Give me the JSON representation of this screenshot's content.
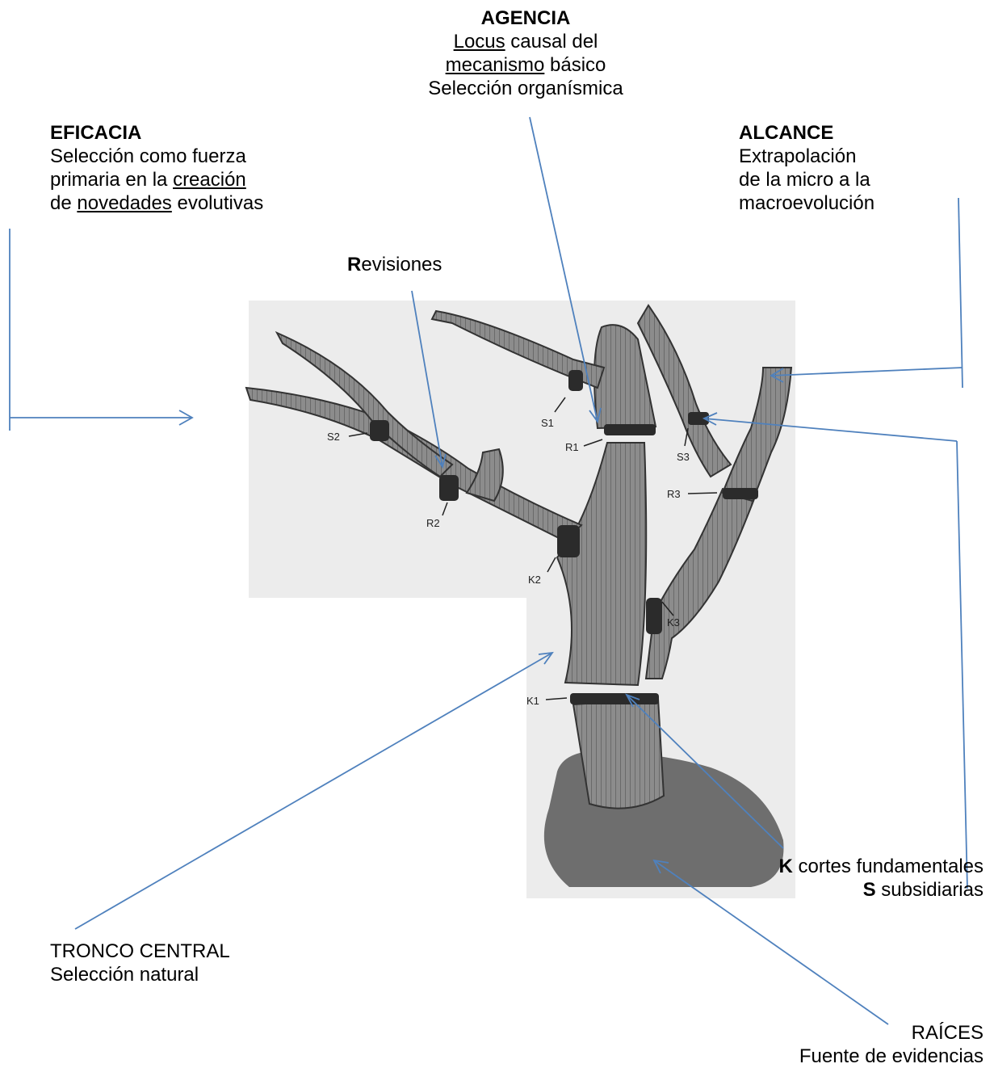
{
  "agencia": {
    "title": "AGENCIA",
    "line1_u": "Locus",
    "line1_rest": " causal del",
    "line2_u": "mecanismo",
    "line2_rest": " básico",
    "line3": "Selección organísmica"
  },
  "eficacia": {
    "title": "EFICACIA",
    "line1": "Selección como fuerza",
    "line2_pre": " primaria en la ",
    "line2_u": "creación",
    "line3_pre": "de ",
    "line3_u": "novedades",
    "line3_rest": " evolutivas"
  },
  "alcance": {
    "title": "ALCANCE",
    "line1": " Extrapolación",
    "line2": " de la micro  a la",
    "line3": " macroevolución"
  },
  "revisiones": {
    "initial": "R",
    "rest": "evisiones"
  },
  "legend": {
    "k_letter": "K",
    "k_text": " cortes fundamentales",
    "s_letter": "S",
    "s_text": " subsidiarias"
  },
  "tronco": {
    "line1": "TRONCO CENTRAL",
    "line2": "Selección natural"
  },
  "raices": {
    "line1": "RAÍCES",
    "line2": "Fuente de evidencias"
  },
  "cut_labels": {
    "s1": "S1",
    "s2": "S2",
    "s3": "S3",
    "r1": "R1",
    "r2": "R2",
    "r3": "R3",
    "k1": "K1",
    "k2": "K2",
    "k3": "K3"
  },
  "colors": {
    "arrow": "#4f81bd",
    "photo_bg": "#ececec",
    "wood": "#8f8f8f",
    "wood_dark": "#4a4a4a"
  }
}
